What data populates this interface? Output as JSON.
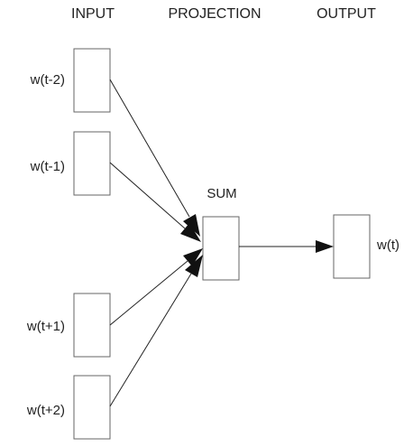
{
  "headers": {
    "input": "INPUT",
    "projection": "PROJECTION",
    "output": "OUTPUT"
  },
  "inputs": [
    {
      "label": "w(t-2)"
    },
    {
      "label": "w(t-1)"
    },
    {
      "label": "w(t+1)"
    },
    {
      "label": "w(t+2)"
    }
  ],
  "projection": {
    "label": "SUM"
  },
  "output": {
    "label": "w(t)"
  },
  "colors": {
    "box_border": "#666666",
    "line": "#222222",
    "arrowhead": "#111111",
    "text": "#222222",
    "background": "#ffffff"
  }
}
